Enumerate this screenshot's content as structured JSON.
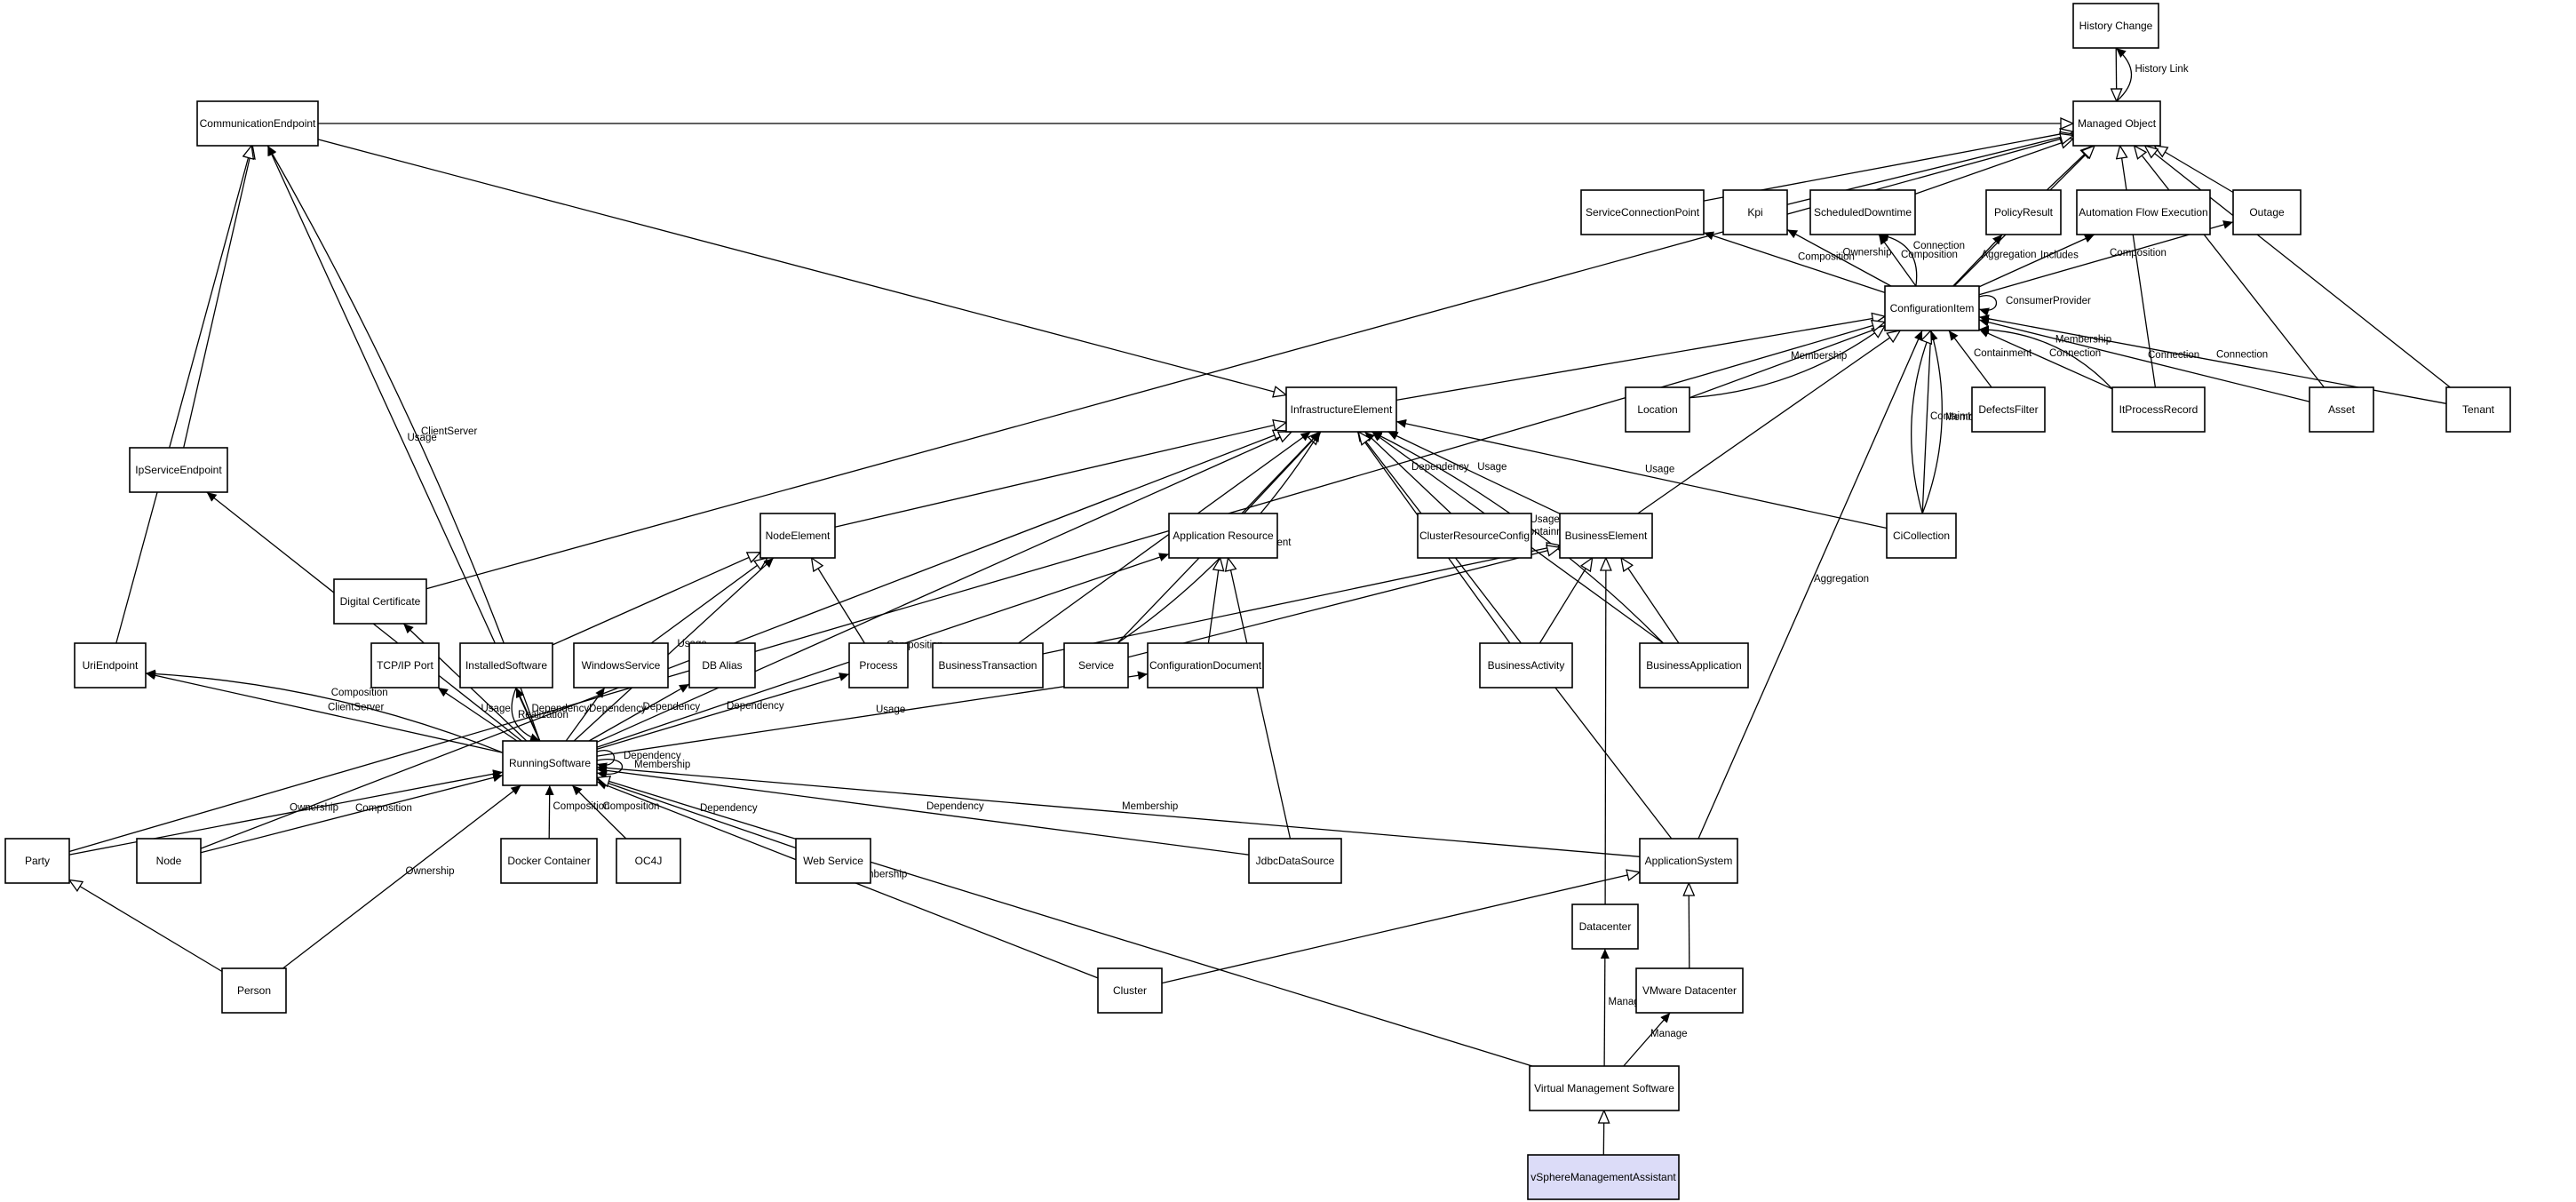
{
  "colors": {
    "stroke": "#000000",
    "background": "#ffffff",
    "highlight": "#dcdcf8"
  },
  "nodes": [
    {
      "id": "history-change",
      "label": "History Change"
    },
    {
      "id": "managed-object",
      "label": "Managed Object"
    },
    {
      "id": "communication-endpoint",
      "label": "CommunicationEndpoint"
    },
    {
      "id": "service-connection-point",
      "label": "ServiceConnectionPoint"
    },
    {
      "id": "kpi",
      "label": "Kpi"
    },
    {
      "id": "scheduled-downtime",
      "label": "ScheduledDowntime"
    },
    {
      "id": "policy-result",
      "label": "PolicyResult"
    },
    {
      "id": "automation-flow-execution",
      "label": "Automation Flow Execution"
    },
    {
      "id": "outage",
      "label": "Outage"
    },
    {
      "id": "configuration-item",
      "label": "ConfigurationItem"
    },
    {
      "id": "infrastructure-element",
      "label": "InfrastructureElement"
    },
    {
      "id": "location",
      "label": "Location"
    },
    {
      "id": "defects-filter",
      "label": "DefectsFilter"
    },
    {
      "id": "it-process-record",
      "label": "ItProcessRecord"
    },
    {
      "id": "asset",
      "label": "Asset"
    },
    {
      "id": "tenant",
      "label": "Tenant"
    },
    {
      "id": "ip-service-endpoint",
      "label": "IpServiceEndpoint"
    },
    {
      "id": "node-element",
      "label": "NodeElement"
    },
    {
      "id": "application-resource",
      "label": "Application Resource"
    },
    {
      "id": "cluster-resource-config",
      "label": "ClusterResourceConfig"
    },
    {
      "id": "business-element",
      "label": "BusinessElement"
    },
    {
      "id": "ci-collection",
      "label": "CiCollection"
    },
    {
      "id": "digital-certificate",
      "label": "Digital Certificate"
    },
    {
      "id": "uri-endpoint",
      "label": "UriEndpoint"
    },
    {
      "id": "tcpip-port",
      "label": "TCP/IP Port"
    },
    {
      "id": "installed-software",
      "label": "InstalledSoftware"
    },
    {
      "id": "windows-service",
      "label": "WindowsService"
    },
    {
      "id": "db-alias",
      "label": "DB Alias"
    },
    {
      "id": "process",
      "label": "Process"
    },
    {
      "id": "business-transaction",
      "label": "BusinessTransaction"
    },
    {
      "id": "service",
      "label": "Service"
    },
    {
      "id": "configuration-document",
      "label": "ConfigurationDocument"
    },
    {
      "id": "business-activity",
      "label": "BusinessActivity"
    },
    {
      "id": "business-application",
      "label": "BusinessApplication"
    },
    {
      "id": "running-software",
      "label": "RunningSoftware"
    },
    {
      "id": "party",
      "label": "Party"
    },
    {
      "id": "node",
      "label": "Node"
    },
    {
      "id": "docker-container",
      "label": "Docker Container"
    },
    {
      "id": "oc4j",
      "label": "OC4J"
    },
    {
      "id": "web-service",
      "label": "Web Service"
    },
    {
      "id": "jdbc-data-source",
      "label": "JdbcDataSource"
    },
    {
      "id": "application-system",
      "label": "ApplicationSystem"
    },
    {
      "id": "datacenter",
      "label": "Datacenter"
    },
    {
      "id": "person",
      "label": "Person"
    },
    {
      "id": "cluster",
      "label": "Cluster"
    },
    {
      "id": "vmware-datacenter",
      "label": "VMware Datacenter"
    },
    {
      "id": "virtual-management-software",
      "label": "Virtual Management Software"
    },
    {
      "id": "vsphere-management-assistant",
      "label": "vSphereManagementAssistant",
      "highlight": true
    }
  ],
  "edges": [
    {
      "from": "history-change",
      "to": "managed-object",
      "kind": "inherit"
    },
    {
      "from": "managed-object",
      "to": "history-change",
      "kind": "assoc",
      "label": "History Link"
    },
    {
      "from": "communication-endpoint",
      "to": "managed-object",
      "kind": "inherit"
    },
    {
      "from": "service-connection-point",
      "to": "managed-object",
      "kind": "inherit"
    },
    {
      "from": "kpi",
      "to": "managed-object",
      "kind": "inherit"
    },
    {
      "from": "scheduled-downtime",
      "to": "managed-object",
      "kind": "inherit"
    },
    {
      "from": "policy-result",
      "to": "managed-object",
      "kind": "inherit"
    },
    {
      "from": "outage",
      "to": "managed-object",
      "kind": "inherit"
    },
    {
      "from": "configuration-item",
      "to": "managed-object",
      "kind": "inherit"
    },
    {
      "from": "it-process-record",
      "to": "managed-object",
      "kind": "inherit"
    },
    {
      "from": "asset",
      "to": "managed-object",
      "kind": "inherit"
    },
    {
      "from": "tenant",
      "to": "managed-object",
      "kind": "inherit"
    },
    {
      "from": "digital-certificate",
      "to": "managed-object",
      "kind": "inherit"
    },
    {
      "from": "configuration-item",
      "to": "service-connection-point",
      "kind": "assoc",
      "label": "Composition"
    },
    {
      "from": "configuration-item",
      "to": "kpi",
      "kind": "assoc",
      "label": "Ownership"
    },
    {
      "from": "configuration-item",
      "to": "scheduled-downtime",
      "kind": "assoc",
      "label": "Composition"
    },
    {
      "from": "configuration-item",
      "to": "scheduled-downtime",
      "kind": "assoc",
      "label": "Connection"
    },
    {
      "from": "configuration-item",
      "to": "policy-result",
      "kind": "assoc",
      "label": "Aggregation"
    },
    {
      "from": "configuration-item",
      "to": "automation-flow-execution",
      "kind": "assoc",
      "label": "Includes"
    },
    {
      "from": "configuration-item",
      "to": "outage",
      "kind": "assoc",
      "label": "Composition"
    },
    {
      "from": "tenant",
      "to": "configuration-item",
      "kind": "assoc",
      "label": "Connection"
    },
    {
      "from": "configuration-item",
      "to": "configuration-item",
      "kind": "assoc",
      "label": "ConsumerProvider"
    },
    {
      "from": "location",
      "to": "configuration-item",
      "kind": "assoc",
      "label": "Membership"
    },
    {
      "from": "location",
      "to": "configuration-item",
      "kind": "inherit"
    },
    {
      "from": "defects-filter",
      "to": "configuration-item",
      "kind": "assoc",
      "label": "Containment"
    },
    {
      "from": "it-process-record",
      "to": "configuration-item",
      "kind": "assoc",
      "label": "Connection"
    },
    {
      "from": "it-process-record",
      "to": "configuration-item",
      "kind": "assoc",
      "label": "Membership"
    },
    {
      "from": "asset",
      "to": "configuration-item",
      "kind": "assoc",
      "label": "Connection"
    },
    {
      "from": "ci-collection",
      "to": "configuration-item",
      "kind": "assoc",
      "label": "Containment"
    },
    {
      "from": "ci-collection",
      "to": "configuration-item",
      "kind": "assoc",
      "label": "Membership"
    },
    {
      "from": "ci-collection",
      "to": "configuration-item",
      "kind": "inherit"
    },
    {
      "from": "infrastructure-element",
      "to": "configuration-item",
      "kind": "inherit"
    },
    {
      "from": "business-element",
      "to": "configuration-item",
      "kind": "inherit"
    },
    {
      "from": "party",
      "to": "configuration-item",
      "kind": "inherit"
    },
    {
      "from": "application-system",
      "to": "configuration-item",
      "kind": "assoc",
      "label": "Aggregation"
    },
    {
      "from": "communication-endpoint",
      "to": "infrastructure-element",
      "kind": "inherit"
    },
    {
      "from": "node-element",
      "to": "infrastructure-element",
      "kind": "inherit"
    },
    {
      "from": "application-resource",
      "to": "infrastructure-element",
      "kind": "inherit"
    },
    {
      "from": "cluster-resource-config",
      "to": "infrastructure-element",
      "kind": "assoc",
      "label": "Dependency"
    },
    {
      "from": "business-element",
      "to": "infrastructure-element",
      "kind": "assoc",
      "label": "Usage"
    },
    {
      "from": "business-transaction",
      "to": "infrastructure-element",
      "kind": "assoc",
      "label": "Usage"
    },
    {
      "from": "service",
      "to": "infrastructure-element",
      "kind": "assoc",
      "label": "Usage"
    },
    {
      "from": "service",
      "to": "infrastructure-element",
      "kind": "assoc",
      "label": "Containment"
    },
    {
      "from": "business-activity",
      "to": "infrastructure-element",
      "kind": "assoc",
      "label": "Usage"
    },
    {
      "from": "business-application",
      "to": "infrastructure-element",
      "kind": "assoc",
      "label": "Containment"
    },
    {
      "from": "business-application",
      "to": "infrastructure-element",
      "kind": "assoc",
      "label": "Usage"
    },
    {
      "from": "ci-collection",
      "to": "infrastructure-element",
      "kind": "assoc",
      "label": "Usage"
    },
    {
      "from": "node",
      "to": "infrastructure-element",
      "kind": "inherit"
    },
    {
      "from": "application-system",
      "to": "infrastructure-element",
      "kind": "inherit"
    },
    {
      "from": "running-software",
      "to": "infrastructure-element",
      "kind": "inherit"
    },
    {
      "from": "ip-service-endpoint",
      "to": "communication-endpoint",
      "kind": "inherit"
    },
    {
      "from": "uri-endpoint",
      "to": "communication-endpoint",
      "kind": "inherit"
    },
    {
      "from": "running-software",
      "to": "communication-endpoint",
      "kind": "assoc",
      "label": "Usage"
    },
    {
      "from": "running-software",
      "to": "communication-endpoint",
      "kind": "assoc",
      "label": "ClientServer"
    },
    {
      "from": "installed-software",
      "to": "node-element",
      "kind": "inherit"
    },
    {
      "from": "windows-service",
      "to": "node-element",
      "kind": "inherit"
    },
    {
      "from": "process",
      "to": "node-element",
      "kind": "inherit"
    },
    {
      "from": "configuration-document",
      "to": "application-resource",
      "kind": "inherit"
    },
    {
      "from": "jdbc-data-source",
      "to": "application-resource",
      "kind": "inherit"
    },
    {
      "from": "business-transaction",
      "to": "business-element",
      "kind": "inherit"
    },
    {
      "from": "service",
      "to": "business-element",
      "kind": "inherit"
    },
    {
      "from": "business-activity",
      "to": "business-element",
      "kind": "inherit"
    },
    {
      "from": "business-application",
      "to": "business-element",
      "kind": "inherit"
    },
    {
      "from": "datacenter",
      "to": "business-element",
      "kind": "inherit"
    },
    {
      "from": "running-software",
      "to": "ip-service-endpoint",
      "kind": "assoc",
      "label": "Usage"
    },
    {
      "from": "running-software",
      "to": "uri-endpoint",
      "kind": "assoc",
      "label": "ClientServer"
    },
    {
      "from": "running-software",
      "to": "uri-endpoint",
      "kind": "assoc",
      "label": "Composition"
    },
    {
      "from": "running-software",
      "to": "digital-certificate",
      "kind": "assoc",
      "label": "Usage"
    },
    {
      "from": "running-software",
      "to": "tcpip-port",
      "kind": "assoc",
      "label": "Usage"
    },
    {
      "from": "running-software",
      "to": "installed-software",
      "kind": "assoc",
      "label": "Dependency"
    },
    {
      "from": "installed-software",
      "to": "running-software",
      "kind": "assoc",
      "label": "Realization"
    },
    {
      "from": "running-software",
      "to": "windows-service",
      "kind": "assoc",
      "label": "Dependency"
    },
    {
      "from": "running-software",
      "to": "db-alias",
      "kind": "assoc",
      "label": "Dependency"
    },
    {
      "from": "running-software",
      "to": "node-element",
      "kind": "assoc",
      "label": "Usage"
    },
    {
      "from": "running-software",
      "to": "process",
      "kind": "assoc",
      "label": "Dependency"
    },
    {
      "from": "running-software",
      "to": "configuration-document",
      "kind": "assoc",
      "label": "Usage"
    },
    {
      "from": "running-software",
      "to": "application-resource",
      "kind": "assoc",
      "label": "Composition"
    },
    {
      "from": "running-software",
      "to": "running-software",
      "kind": "assoc",
      "label": "Dependency"
    },
    {
      "from": "running-software",
      "to": "running-software",
      "kind": "assoc",
      "label": "Membership"
    },
    {
      "from": "party",
      "to": "running-software",
      "kind": "assoc",
      "label": "Ownership"
    },
    {
      "from": "node",
      "to": "running-software",
      "kind": "assoc",
      "label": "Composition"
    },
    {
      "from": "docker-container",
      "to": "running-software",
      "kind": "assoc",
      "label": "Composition"
    },
    {
      "from": "oc4j",
      "to": "running-software",
      "kind": "assoc",
      "label": "Composition"
    },
    {
      "from": "web-service",
      "to": "running-software",
      "kind": "assoc",
      "label": "Dependency"
    },
    {
      "from": "jdbc-data-source",
      "to": "running-software",
      "kind": "assoc",
      "label": "Dependency"
    },
    {
      "from": "application-system",
      "to": "running-software",
      "kind": "assoc",
      "label": "Membership"
    },
    {
      "from": "cluster",
      "to": "running-software",
      "kind": "assoc",
      "label": "Membership"
    },
    {
      "from": "person",
      "to": "running-software",
      "kind": "assoc",
      "label": "Ownership"
    },
    {
      "from": "virtual-management-software",
      "to": "running-software",
      "kind": "inherit"
    },
    {
      "from": "person",
      "to": "party",
      "kind": "inherit"
    },
    {
      "from": "cluster",
      "to": "application-system",
      "kind": "inherit"
    },
    {
      "from": "vmware-datacenter",
      "to": "application-system",
      "kind": "inherit"
    },
    {
      "from": "virtual-management-software",
      "to": "datacenter",
      "kind": "assoc",
      "label": "Manage"
    },
    {
      "from": "virtual-management-software",
      "to": "vmware-datacenter",
      "kind": "assoc",
      "label": "Manage"
    },
    {
      "from": "vsphere-management-assistant",
      "to": "virtual-management-software",
      "kind": "inherit"
    }
  ]
}
